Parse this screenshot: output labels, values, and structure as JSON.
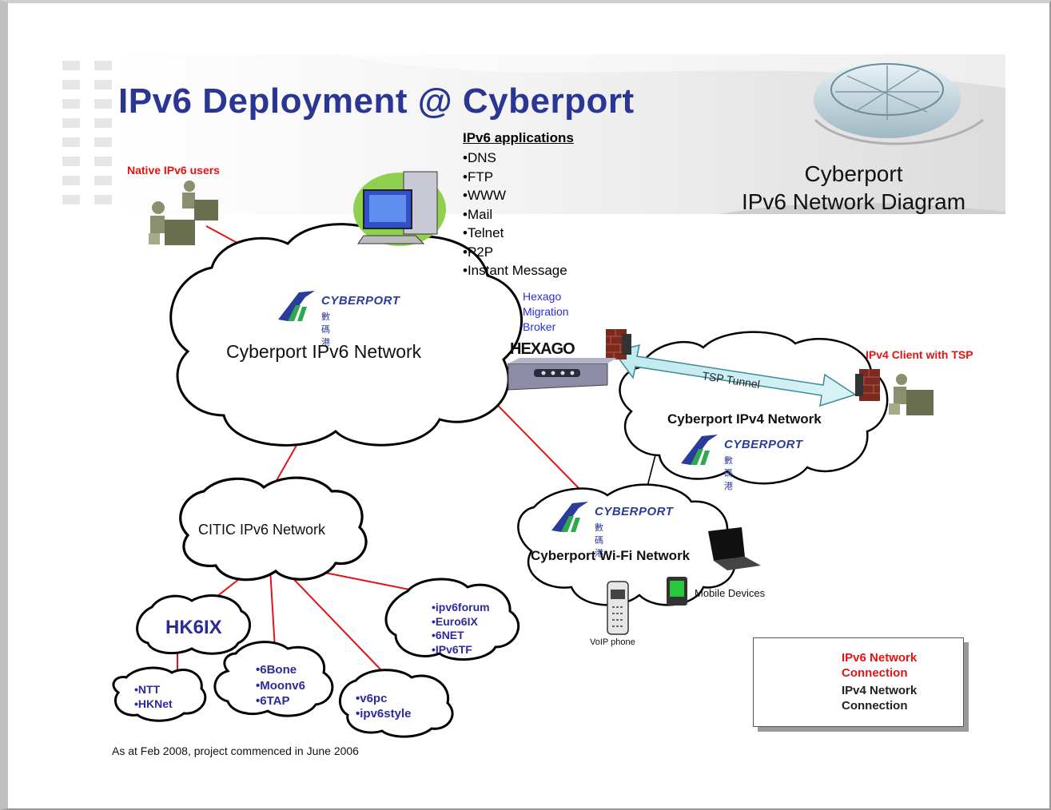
{
  "title": "IPv6 Deployment @ Cyberport",
  "diagram_title": [
    "Cyberport",
    "IPv6 Network Diagram"
  ],
  "ipv6_applications": {
    "heading": "IPv6 applications",
    "items": [
      "•DNS",
      "•FTP",
      "•WWW",
      "•Mail",
      "•Telnet",
      "•P2P",
      "•Instant Message"
    ]
  },
  "labels": {
    "native_users": "Native IPv6 users",
    "ipv4_client": "IPv4 Client  with TSP",
    "broker": [
      "Hexago",
      "Migration",
      "Broker"
    ],
    "hexago_brand": "HEXAGO",
    "tsp_tunnel": "TSP Tunnel",
    "mobile_devices": "Mobile Devices",
    "voip_phone": "VoIP phone"
  },
  "logo": {
    "text": "CYBERPORT",
    "chinese": "數碼港"
  },
  "clouds": {
    "ipv6_network": "Cyberport IPv6 Network",
    "ipv4_network": "Cyberport IPv4 Network",
    "wifi_network": "Cyberport Wi-Fi Network",
    "citic_network": "CITIC IPv6 Network",
    "hk6ix": "HK6IX",
    "hk6ix_members": [
      "•NTT",
      "•HKNet"
    ],
    "group_6bone": [
      "•6Bone",
      "•Moonv6",
      "•6TAP"
    ],
    "group_v6pc": [
      "•v6pc",
      "•ipv6style"
    ],
    "group_forum": [
      "•ipv6forum",
      "•Euro6IX",
      "•6NET",
      "•IPv6TF"
    ]
  },
  "legend": {
    "ipv6": [
      "IPv6 Network",
      "Connection"
    ],
    "ipv4": [
      "IPv4 Network",
      "Connection"
    ],
    "ipv6_color": "#e11414",
    "ipv4_color": "#000000"
  },
  "footnote": "As at Feb 2008, project commenced in June 2006",
  "colors": {
    "title": "#2a3694",
    "label_red": "#e11414",
    "label_blue": "#2b2bd9"
  }
}
